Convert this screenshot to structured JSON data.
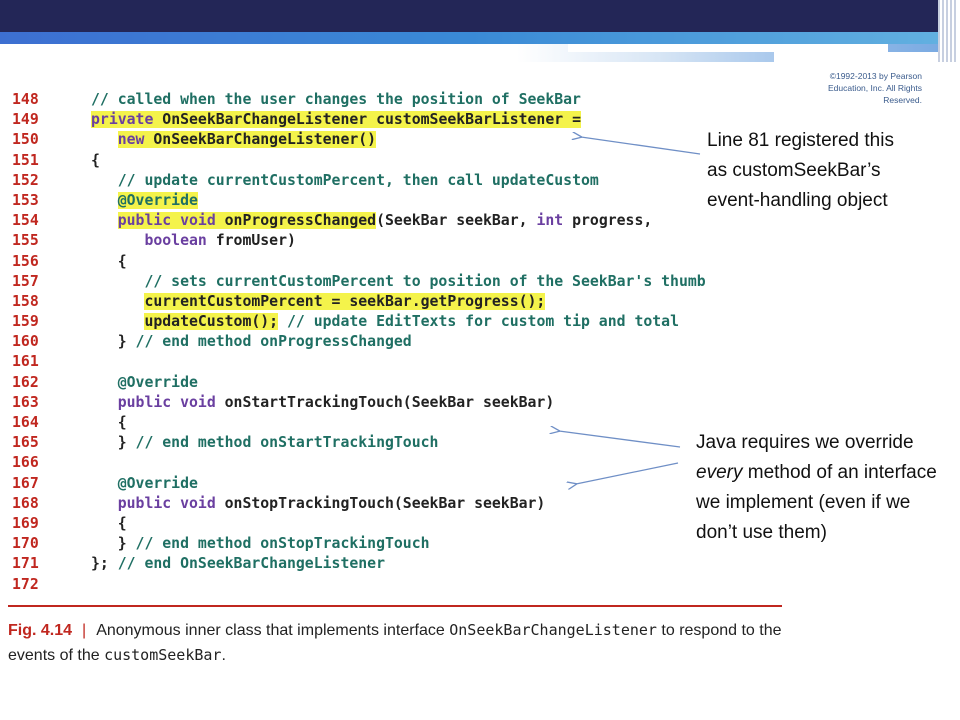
{
  "copyright": [
    "©1992-2013 by Pearson",
    "Education, Inc. All Rights",
    "Reserved."
  ],
  "code_lines": [
    {
      "num": "148",
      "segments": [
        {
          "t": "// called when the user changes the position of SeekBar",
          "c": "c"
        }
      ]
    },
    {
      "num": "149",
      "segments": [
        {
          "t": "private ",
          "c": "k",
          "h": true
        },
        {
          "t": "OnSeekBarChangeListener customSeekBarListener =",
          "h": true
        }
      ]
    },
    {
      "num": "150",
      "segments": [
        {
          "t": "   "
        },
        {
          "t": "new ",
          "c": "k",
          "h": true
        },
        {
          "t": "OnSeekBarChangeListener()",
          "h": true
        }
      ]
    },
    {
      "num": "151",
      "segments": [
        {
          "t": "{"
        }
      ]
    },
    {
      "num": "152",
      "segments": [
        {
          "t": "   "
        },
        {
          "t": "// update currentCustomPercent, then call updateCustom",
          "c": "c"
        }
      ]
    },
    {
      "num": "153",
      "segments": [
        {
          "t": "   "
        },
        {
          "t": "@Override",
          "c": "a",
          "h": true
        }
      ]
    },
    {
      "num": "154",
      "segments": [
        {
          "t": "   "
        },
        {
          "t": "public void ",
          "c": "k",
          "h": true
        },
        {
          "t": "onProgressChanged",
          "h": true
        },
        {
          "t": "(SeekBar seekBar, "
        },
        {
          "t": "int ",
          "c": "k"
        },
        {
          "t": "progress,"
        }
      ]
    },
    {
      "num": "155",
      "segments": [
        {
          "t": "      "
        },
        {
          "t": "boolean ",
          "c": "k"
        },
        {
          "t": "fromUser)"
        }
      ]
    },
    {
      "num": "156",
      "segments": [
        {
          "t": "   {"
        }
      ]
    },
    {
      "num": "157",
      "segments": [
        {
          "t": "      "
        },
        {
          "t": "// sets currentCustomPercent to position of the SeekBar's thumb",
          "c": "c"
        }
      ]
    },
    {
      "num": "158",
      "segments": [
        {
          "t": "      "
        },
        {
          "t": "currentCustomPercent = seekBar.getProgress();",
          "h": true
        }
      ]
    },
    {
      "num": "159",
      "segments": [
        {
          "t": "      "
        },
        {
          "t": "updateCustom();",
          "h": true
        },
        {
          "t": " "
        },
        {
          "t": "// update EditTexts for custom tip and total",
          "c": "c"
        }
      ]
    },
    {
      "num": "160",
      "segments": [
        {
          "t": "   } "
        },
        {
          "t": "// end method onProgressChanged",
          "c": "c"
        }
      ]
    },
    {
      "num": "161",
      "segments": []
    },
    {
      "num": "162",
      "segments": [
        {
          "t": "   "
        },
        {
          "t": "@Override",
          "c": "a"
        }
      ]
    },
    {
      "num": "163",
      "segments": [
        {
          "t": "   "
        },
        {
          "t": "public void ",
          "c": "k"
        },
        {
          "t": "onStartTrackingTouch(SeekBar seekBar)"
        }
      ]
    },
    {
      "num": "164",
      "segments": [
        {
          "t": "   {"
        }
      ]
    },
    {
      "num": "165",
      "segments": [
        {
          "t": "   } "
        },
        {
          "t": "// end method onStartTrackingTouch",
          "c": "c"
        }
      ]
    },
    {
      "num": "166",
      "segments": []
    },
    {
      "num": "167",
      "segments": [
        {
          "t": "   "
        },
        {
          "t": "@Override",
          "c": "a"
        }
      ]
    },
    {
      "num": "168",
      "segments": [
        {
          "t": "   "
        },
        {
          "t": "public void ",
          "c": "k"
        },
        {
          "t": "onStopTrackingTouch(SeekBar seekBar)"
        }
      ]
    },
    {
      "num": "169",
      "segments": [
        {
          "t": "   {"
        }
      ]
    },
    {
      "num": "170",
      "segments": [
        {
          "t": "   } "
        },
        {
          "t": "// end method onStopTrackingTouch",
          "c": "c"
        }
      ]
    },
    {
      "num": "171",
      "segments": [
        {
          "t": "}; "
        },
        {
          "t": "// end OnSeekBarChangeListener",
          "c": "c"
        }
      ]
    },
    {
      "num": "172",
      "segments": []
    }
  ],
  "caption": {
    "label": "Fig. 4.14",
    "separator": "|",
    "text_1": "Anonymous inner class that implements interface ",
    "code_1": "OnSeekBarChangeListener",
    "text_2": " to respond to the events of the ",
    "code_2": "customSeekBar",
    "text_3": "."
  },
  "note1": {
    "lines": [
      "Line 81  registered this",
      "as customSeekBar’s",
      "event-handling object"
    ]
  },
  "note2": {
    "before": "Java requires we override ",
    "emphasis": "every",
    "after": " method of an interface we implement (even if we don’t use them)"
  },
  "colors": {
    "accent_red": "#c0271f",
    "highlight": "#f4f34b",
    "header_dark": "#232657",
    "arrow": "#6f8fc6"
  }
}
